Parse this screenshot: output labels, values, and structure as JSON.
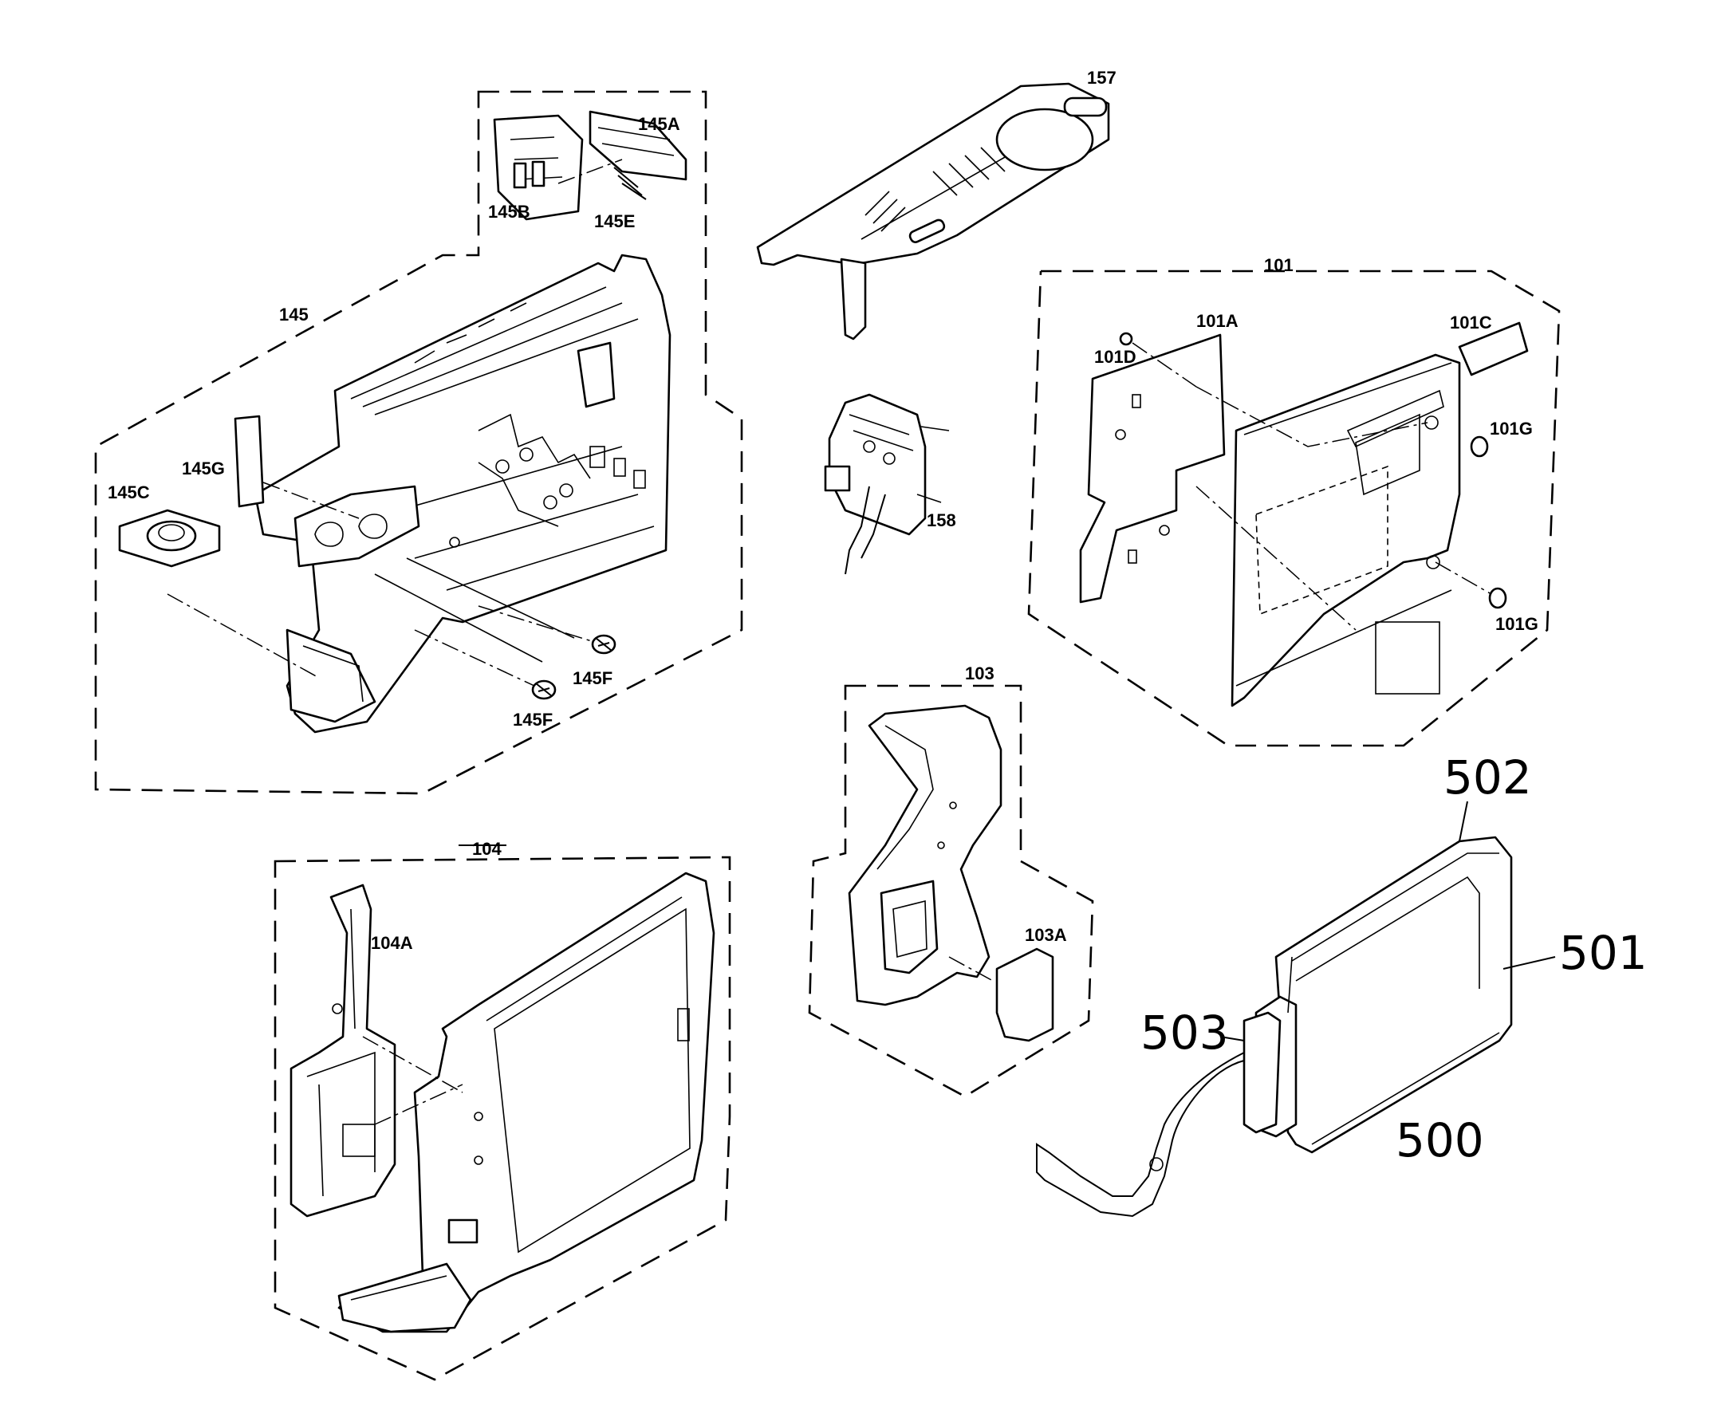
{
  "labels": {
    "p145": "145",
    "p145A": "145A",
    "p145B": "145B",
    "p145E": "145E",
    "p145G": "145G",
    "p145C": "145C",
    "p145F_a": "145F",
    "p145F_b": "145F",
    "p157": "157",
    "p158": "158",
    "p101": "101",
    "p101A": "101A",
    "p101C": "101C",
    "p101D": "101D",
    "p101G_a": "101G",
    "p101G_b": "101G",
    "p103": "103",
    "p103A": "103A",
    "p104": "104",
    "p104A": "104A",
    "p500": "500",
    "p501": "501",
    "p502": "502",
    "p503": "503"
  }
}
